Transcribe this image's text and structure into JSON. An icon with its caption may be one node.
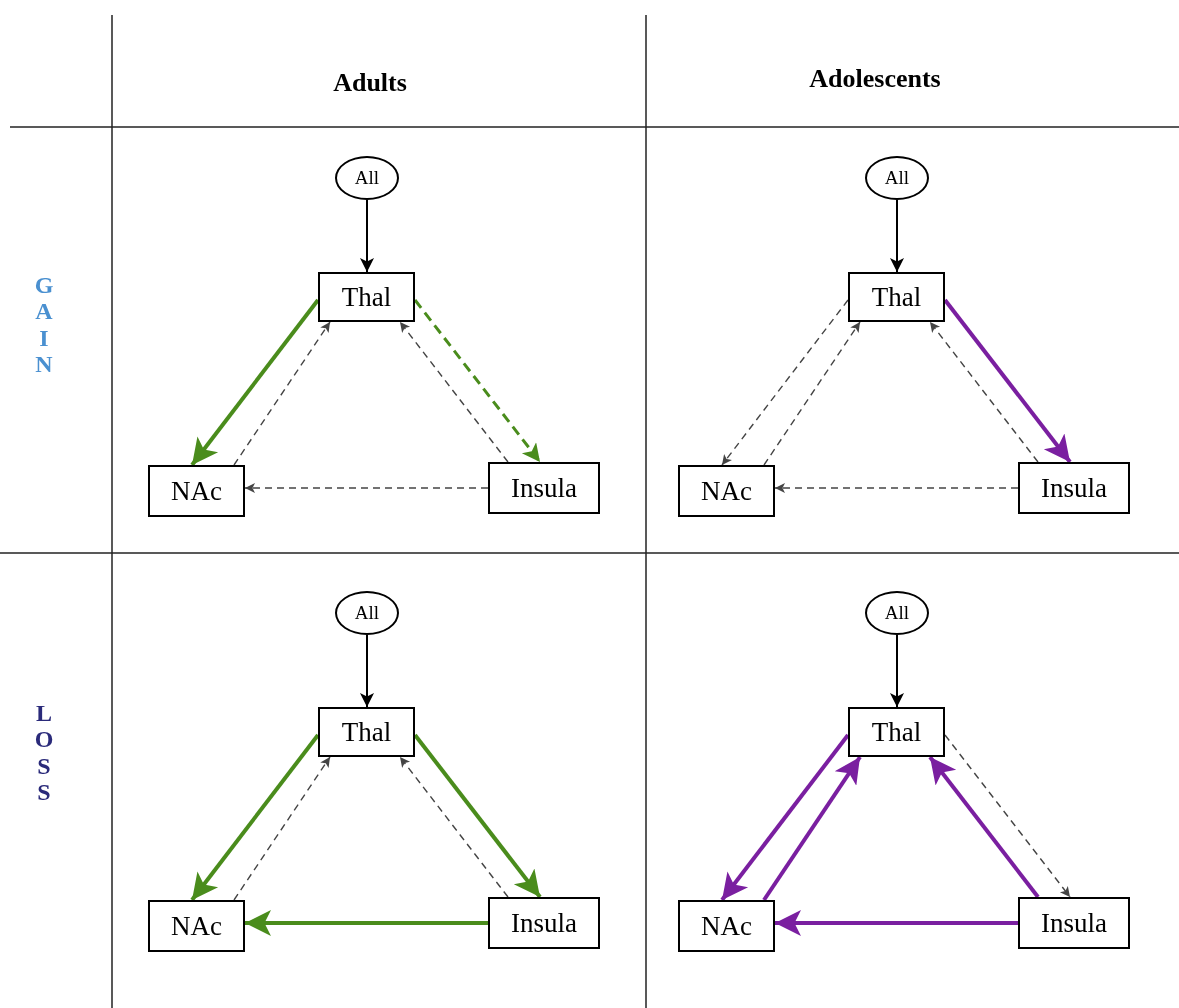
{
  "diagram": {
    "nodes": [
      {
        "text": [
          "All"
        ]
      },
      {
        "text": [
          "Thal"
        ]
      },
      {
        "text": [
          "NAc"
        ]
      },
      {
        "text": [
          "Insula"
        ]
      },
      {
        "text": [
          "All"
        ]
      },
      {
        "text": [
          "Thal"
        ]
      },
      {
        "text": [
          "NAc"
        ]
      },
      {
        "text": [
          "Insula"
        ]
      },
      {
        "text": [
          "All"
        ]
      },
      {
        "text": [
          "Thal"
        ]
      },
      {
        "text": [
          "NAc"
        ]
      },
      {
        "text": [
          "Insula"
        ]
      },
      {
        "text": [
          "All"
        ]
      },
      {
        "text": [
          "Thal"
        ]
      },
      {
        "text": [
          "NAc"
        ]
      },
      {
        "text": [
          "Insula"
        ]
      }
    ],
    "edges": [
      {
        "from": 0,
        "to": 1,
        "arrow": "to",
        "color": "#000000"
      },
      {
        "from": 1,
        "to": 2,
        "arrow": "to",
        "style": "thick",
        "color": "#4a8c1c"
      },
      {
        "from": 2,
        "to": 1,
        "arrow": "to",
        "style": "dashed"
      },
      {
        "from": 3,
        "to": 1,
        "arrow": "to",
        "style": "dashed"
      },
      {
        "from": 1,
        "to": 3,
        "arrow": "to",
        "style": "dashed",
        "color": "#4a8c1c"
      },
      {
        "from": 3,
        "to": 2,
        "arrow": "to",
        "style": "dashed"
      },
      {
        "from": 4,
        "to": 5,
        "arrow": "to",
        "color": "#000000"
      },
      {
        "from": 5,
        "to": 6,
        "arrow": "to",
        "style": "dashed"
      },
      {
        "from": 6,
        "to": 5,
        "arrow": "to",
        "style": "dashed"
      },
      {
        "from": 7,
        "to": 5,
        "arrow": "to",
        "style": "dashed"
      },
      {
        "from": 5,
        "to": 7,
        "arrow": "to",
        "style": "thick",
        "color": "#7a1fa0"
      },
      {
        "from": 7,
        "to": 6,
        "arrow": "to",
        "style": "dashed"
      },
      {
        "from": 8,
        "to": 9,
        "arrow": "to",
        "color": "#000000"
      },
      {
        "from": 9,
        "to": 10,
        "arrow": "to",
        "style": "thick",
        "color": "#4a8c1c"
      },
      {
        "from": 10,
        "to": 9,
        "arrow": "to",
        "style": "dashed"
      },
      {
        "from": 11,
        "to": 9,
        "arrow": "to",
        "style": "dashed"
      },
      {
        "from": 9,
        "to": 11,
        "arrow": "to",
        "style": "thick",
        "color": "#4a8c1c"
      },
      {
        "from": 11,
        "to": 10,
        "arrow": "to",
        "style": "thick",
        "color": "#4a8c1c"
      },
      {
        "from": 12,
        "to": 13,
        "arrow": "to",
        "color": "#000000"
      },
      {
        "from": 13,
        "to": 14,
        "arrow": "to",
        "style": "thick",
        "color": "#7a1fa0"
      },
      {
        "from": 14,
        "to": 13,
        "arrow": "to",
        "style": "thick",
        "color": "#7a1fa0"
      },
      {
        "from": 15,
        "to": 13,
        "arrow": "to",
        "style": "thick",
        "color": "#7a1fa0"
      },
      {
        "from": 13,
        "to": 15,
        "arrow": "to",
        "style": "dashed"
      },
      {
        "from": 15,
        "to": 14,
        "arrow": "to",
        "style": "thick",
        "color": "#7a1fa0"
      }
    ],
    "labels": [
      "Adults",
      "Adolescents",
      "GAIN",
      "LOSS"
    ]
  }
}
